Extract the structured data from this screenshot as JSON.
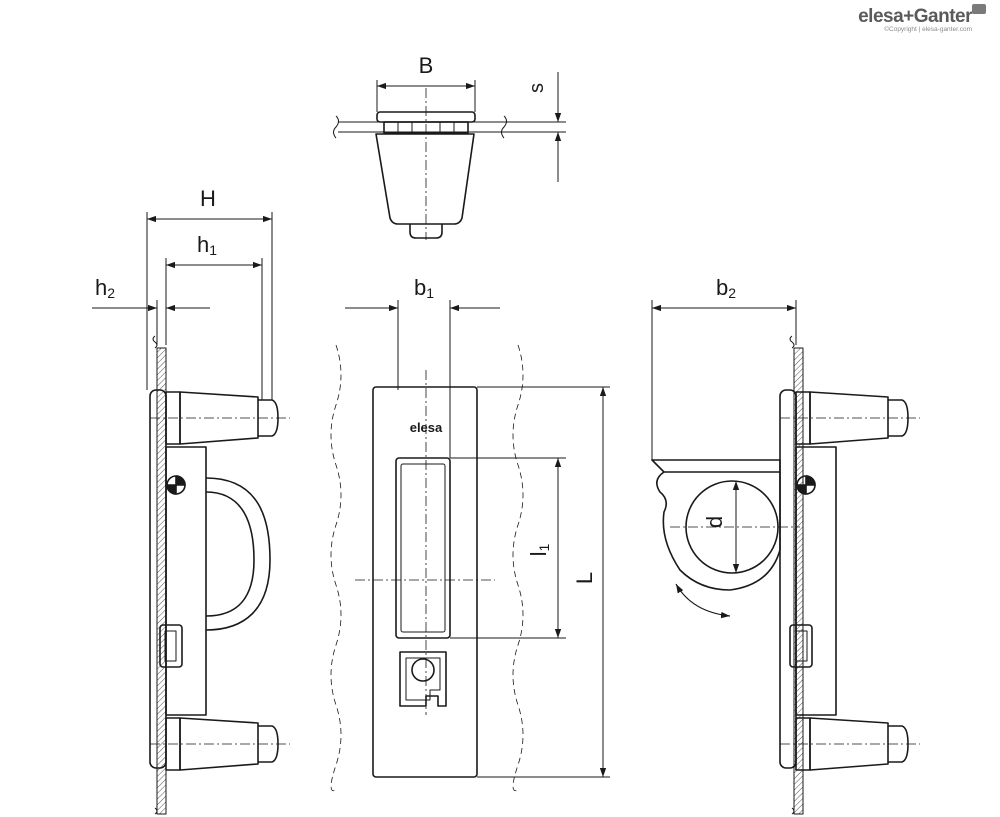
{
  "brand": {
    "name": "elesa+Ganter",
    "copyright": "©Copyright | elesa-ganter.com"
  },
  "product_mark": "elesa",
  "dimensions": {
    "B": "B",
    "s": "s",
    "H": "H",
    "h1": "h",
    "h1_sub": "1",
    "h2": "h",
    "h2_sub": "2",
    "b1": "b",
    "b1_sub": "1",
    "b2": "b",
    "b2_sub": "2",
    "l1": "l",
    "l1_sub": "1",
    "L": "L",
    "d": "d"
  }
}
